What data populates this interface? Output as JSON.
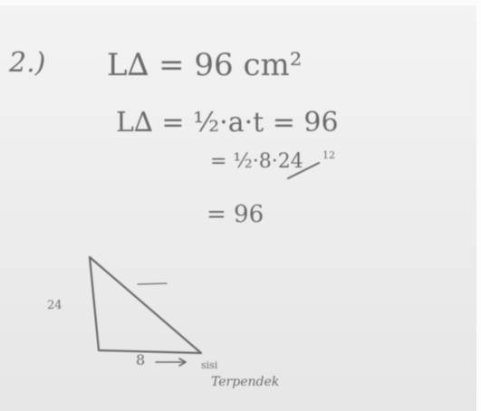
{
  "document": {
    "problem_number": "2.)",
    "area_statement": "L∆ = 96 cm²",
    "formula_line": "L∆ = ½·a·t = 96",
    "substitution_line": "= ½·8·24",
    "struck_value": "12",
    "result_line": "= 96",
    "triangle": {
      "height_label": "24",
      "base_label": "8",
      "arrow_note_word1": "sisi",
      "arrow_note_word2": "Terpendek"
    }
  }
}
